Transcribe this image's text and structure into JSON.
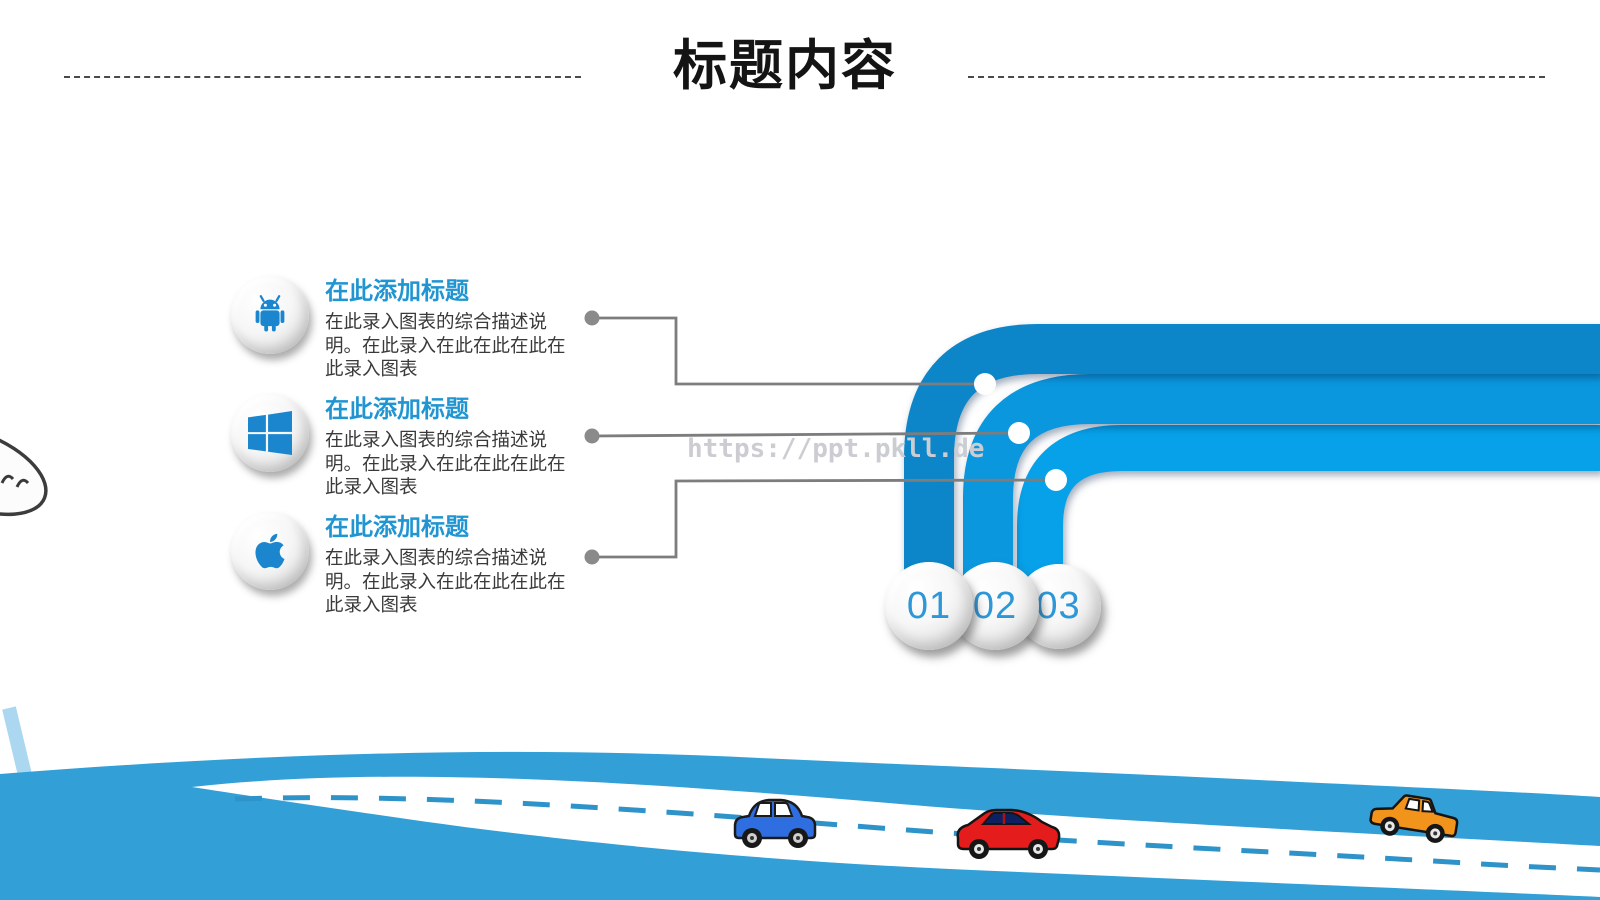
{
  "slide": {
    "title": "标题内容",
    "watermark": "https://ppt.pkll.de"
  },
  "features": [
    {
      "icon": "android-icon",
      "title": "在此添加标题",
      "description": "在此录入图表的综合描述说明。在此录入在此在此在此在此录入图表"
    },
    {
      "icon": "windows-icon",
      "title": "在此添加标题",
      "description": "在此录入图表的综合描述说明。在此录入在此在此在此在此录入图表"
    },
    {
      "icon": "apple-icon",
      "title": "在此添加标题",
      "description": "在此录入图表的综合描述说明。在此录入在此在此在此在此录入图表"
    }
  ],
  "steps": [
    "01",
    "02",
    "03"
  ],
  "colors": {
    "accent_blue": "#2095d2",
    "icon_blue": "#1b86ce",
    "step_number_blue": "#2d97d8",
    "pipe_dark": "#0c86c9",
    "pipe_mid": "#0b97de",
    "pipe_light": "#07a1e9",
    "wave_blue": "#339fd7",
    "road_dash_blue": "#2e93c8",
    "car_blue": "#2e6ee0",
    "car_red": "#e51c1c",
    "car_orange": "#f2941c",
    "connector_gray": "#7d7d7d"
  }
}
